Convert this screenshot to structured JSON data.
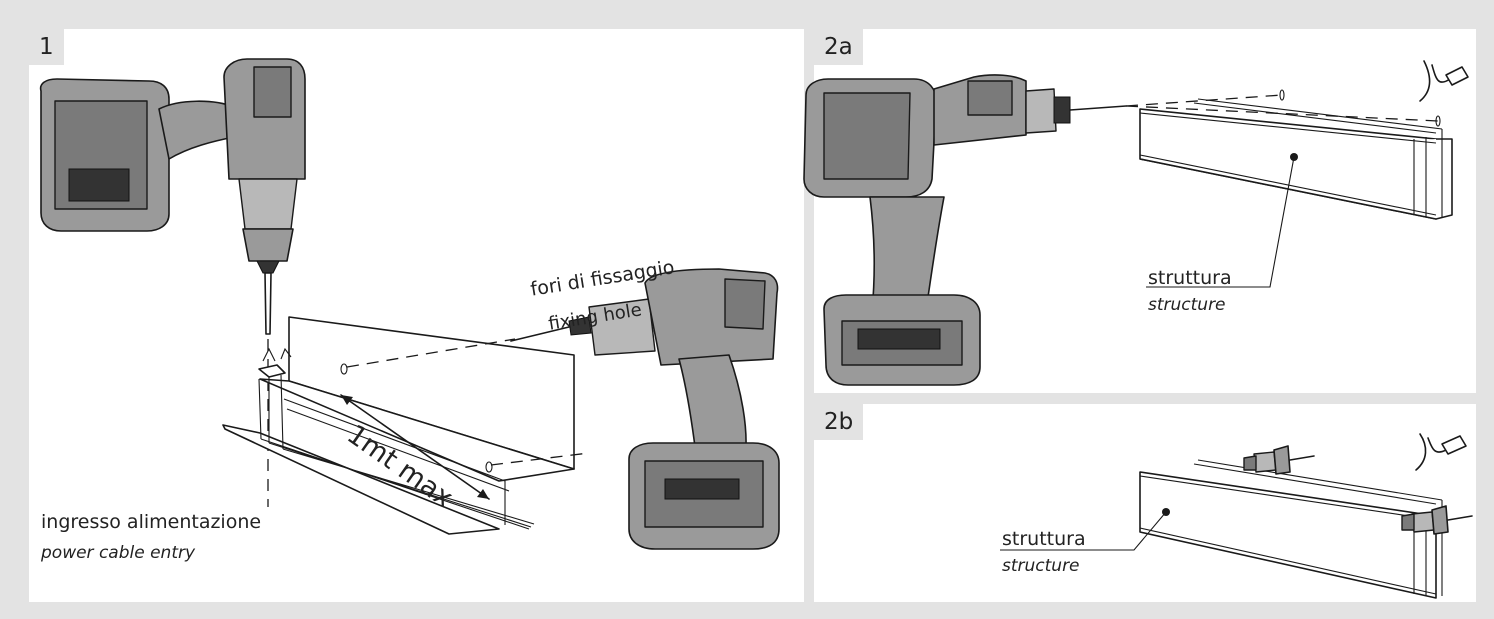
{
  "panels": [
    {
      "step": "1",
      "labels": {
        "fixing_it": "fori di fissaggio",
        "fixing_en": "fixing hole",
        "length": "1mt max",
        "entry_it": "ingresso alimentazione",
        "entry_en": "power cable entry"
      }
    },
    {
      "step": "2a",
      "labels": {
        "structure_it": "struttura",
        "structure_en": "structure"
      }
    },
    {
      "step": "2b",
      "labels": {
        "structure_it": "struttura",
        "structure_en": "structure"
      }
    }
  ],
  "colors": {
    "background": "#e3e3e3",
    "panel": "#ffffff",
    "tool_body": "#9a9a9a",
    "ink": "#1a1a1a"
  },
  "icons": [
    "drill-icon",
    "aluminium-profile-icon",
    "wall-plug-icon",
    "power-cable-icon"
  ]
}
